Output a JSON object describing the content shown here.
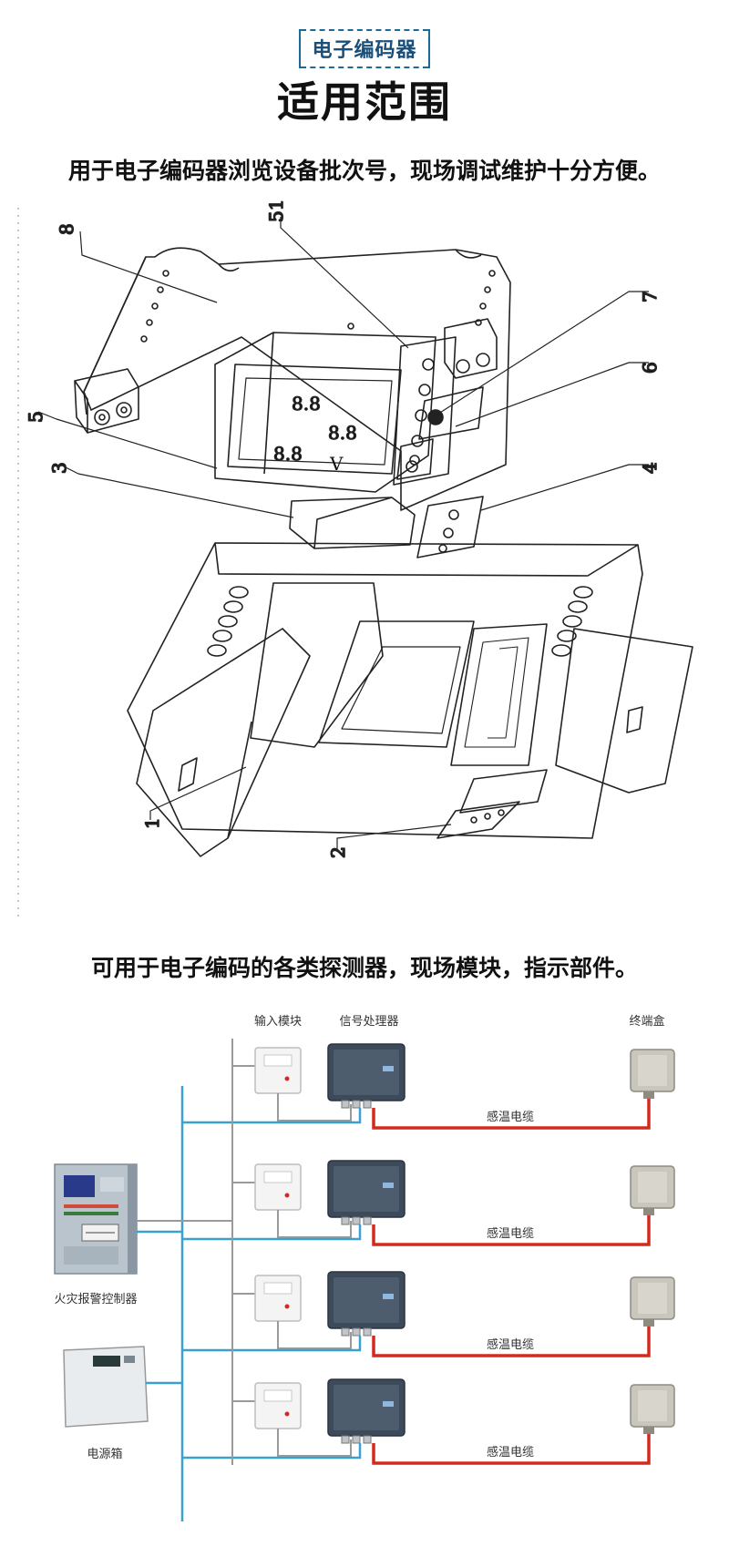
{
  "header": {
    "badge": "电子编码器",
    "title": "适用范围",
    "desc_top": "用于电子编码器浏览设备批次号，现场调试维护十分方便。",
    "desc_bottom": "可用于电子编码的各类探测器，现场模块，指示部件。"
  },
  "exploded_view": {
    "part_numbers": [
      "8",
      "51",
      "7",
      "6",
      "5",
      "3",
      "4",
      "1",
      "2"
    ],
    "display_unit": "V"
  },
  "wiring": {
    "label_input_module": "输入模块",
    "label_signal_processor": "信号处理器",
    "label_terminal_box": "终端盒",
    "label_cable": "感温电缆",
    "label_controller": "火灾报警控制器",
    "label_power": "电源箱",
    "rows": 4,
    "colors": {
      "blue": "#3aa0cf",
      "red": "#d42a1e",
      "gray": "#9a9a9a"
    }
  }
}
